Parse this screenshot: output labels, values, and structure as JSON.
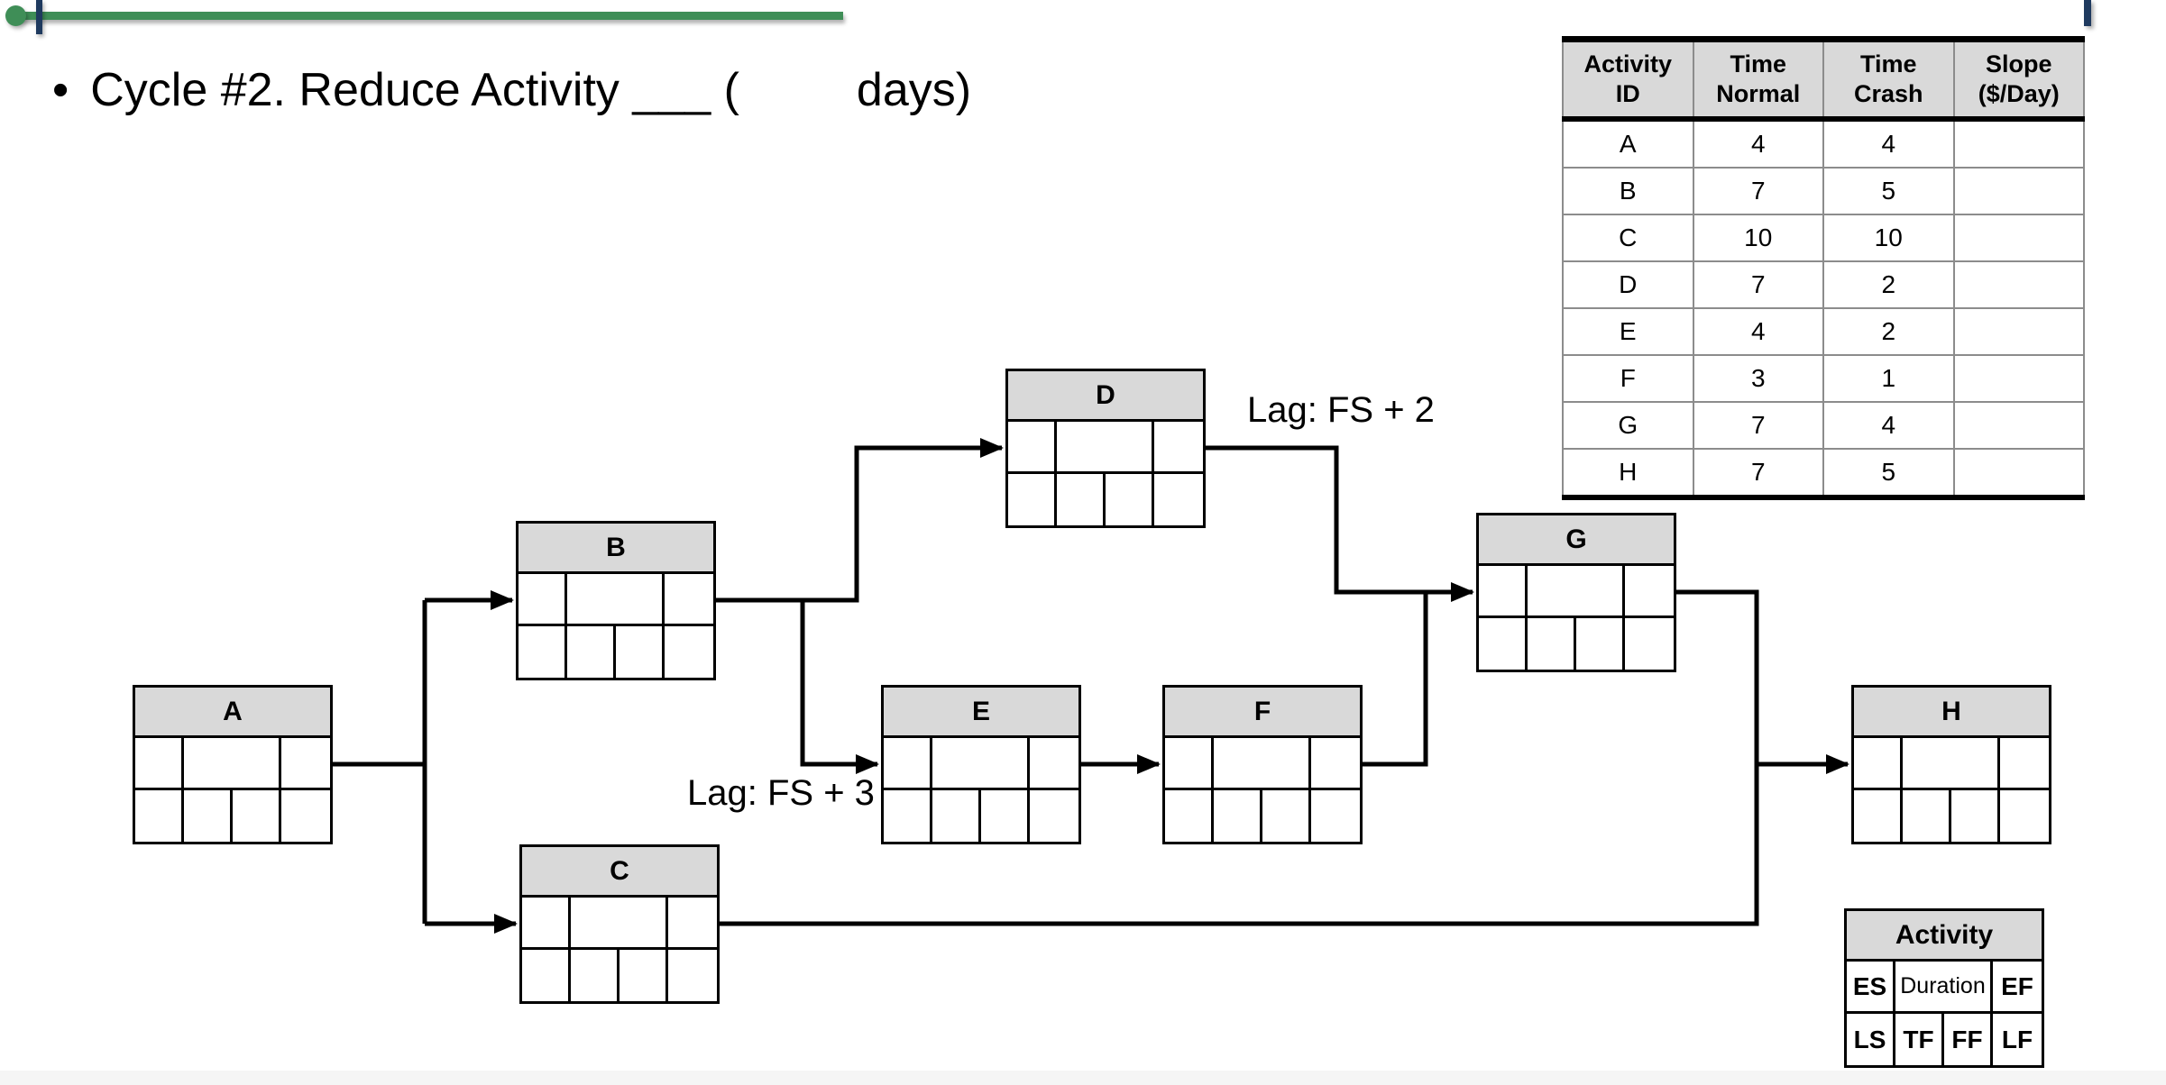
{
  "slide": {
    "bullet": "•",
    "title": "Cycle #2. Reduce Activity ___ (         days)"
  },
  "crash_table": {
    "headers": [
      "Activity\nID",
      "Time\nNormal",
      "Time\nCrash",
      "Slope\n($/Day)"
    ],
    "rows": [
      {
        "id": "A",
        "time_normal": "4",
        "time_crash": "4",
        "slope": ""
      },
      {
        "id": "B",
        "time_normal": "7",
        "time_crash": "5",
        "slope": ""
      },
      {
        "id": "C",
        "time_normal": "10",
        "time_crash": "10",
        "slope": ""
      },
      {
        "id": "D",
        "time_normal": "7",
        "time_crash": "2",
        "slope": ""
      },
      {
        "id": "E",
        "time_normal": "4",
        "time_crash": "2",
        "slope": ""
      },
      {
        "id": "F",
        "time_normal": "3",
        "time_crash": "1",
        "slope": ""
      },
      {
        "id": "G",
        "time_normal": "7",
        "time_crash": "4",
        "slope": ""
      },
      {
        "id": "H",
        "time_normal": "7",
        "time_crash": "5",
        "slope": ""
      }
    ]
  },
  "diagram": {
    "nodes": [
      {
        "id": "A",
        "label": "A"
      },
      {
        "id": "B",
        "label": "B"
      },
      {
        "id": "C",
        "label": "C"
      },
      {
        "id": "D",
        "label": "D"
      },
      {
        "id": "E",
        "label": "E"
      },
      {
        "id": "F",
        "label": "F"
      },
      {
        "id": "G",
        "label": "G"
      },
      {
        "id": "H",
        "label": "H"
      }
    ],
    "lag_d_to_g": "Lag: FS + 2",
    "lag_b_to_e": "Lag: FS + 3"
  },
  "legend": {
    "header": "Activity",
    "row1": [
      "ES",
      "Duration",
      "EF"
    ],
    "row2": [
      "LS",
      "TF",
      "FF",
      "LF"
    ]
  },
  "colors": {
    "accent_green": "#3f8e57",
    "accent_navy": "#1f3a5f",
    "node_header_gray": "#d9d9d9",
    "table_grid_gray": "#8c8c8c"
  }
}
